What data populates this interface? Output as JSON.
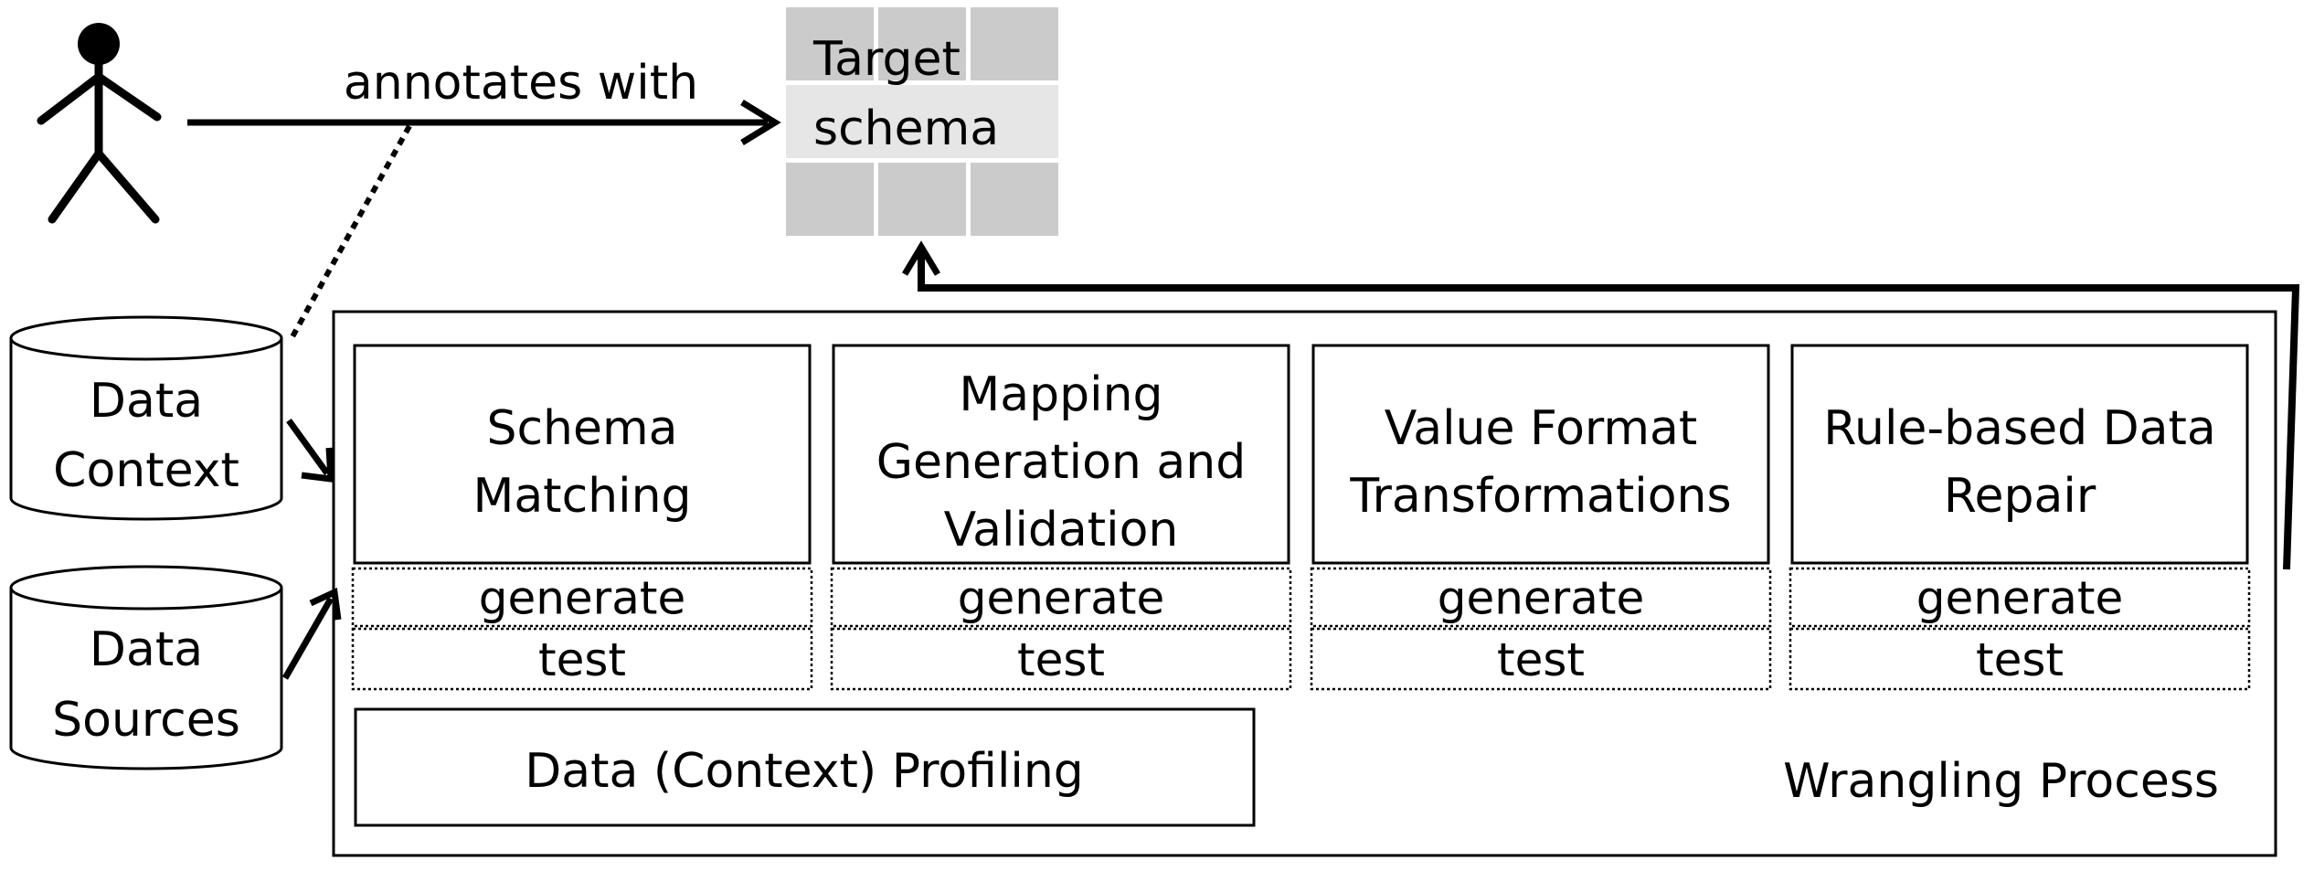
{
  "actor": {
    "icon": "stick-figure-icon",
    "action_label": "annotates with"
  },
  "target_schema": {
    "line1": "Target",
    "line2": "schema"
  },
  "inputs": {
    "data_context": {
      "line1": "Data",
      "line2": "Context"
    },
    "data_sources": {
      "line1": "Data",
      "line2": "Sources"
    }
  },
  "wrangling_process": {
    "label": "Wrangling Process",
    "profiling_label": "Data (Context) Profiling",
    "components": [
      {
        "lines": [
          "Schema",
          "Matching"
        ],
        "generate": "generate",
        "test": "test"
      },
      {
        "lines": [
          "Mapping",
          "Generation and",
          "Validation"
        ],
        "generate": "generate",
        "test": "test"
      },
      {
        "lines": [
          "Value Format",
          "Transformations"
        ],
        "generate": "generate",
        "test": "test"
      },
      {
        "lines": [
          "Rule-based Data",
          "Repair"
        ],
        "generate": "generate",
        "test": "test"
      }
    ]
  },
  "colors": {
    "grid_dark": "#cbcbcb",
    "grid_light": "#e6e6e6",
    "stroke": "#000000",
    "background": "#ffffff"
  }
}
